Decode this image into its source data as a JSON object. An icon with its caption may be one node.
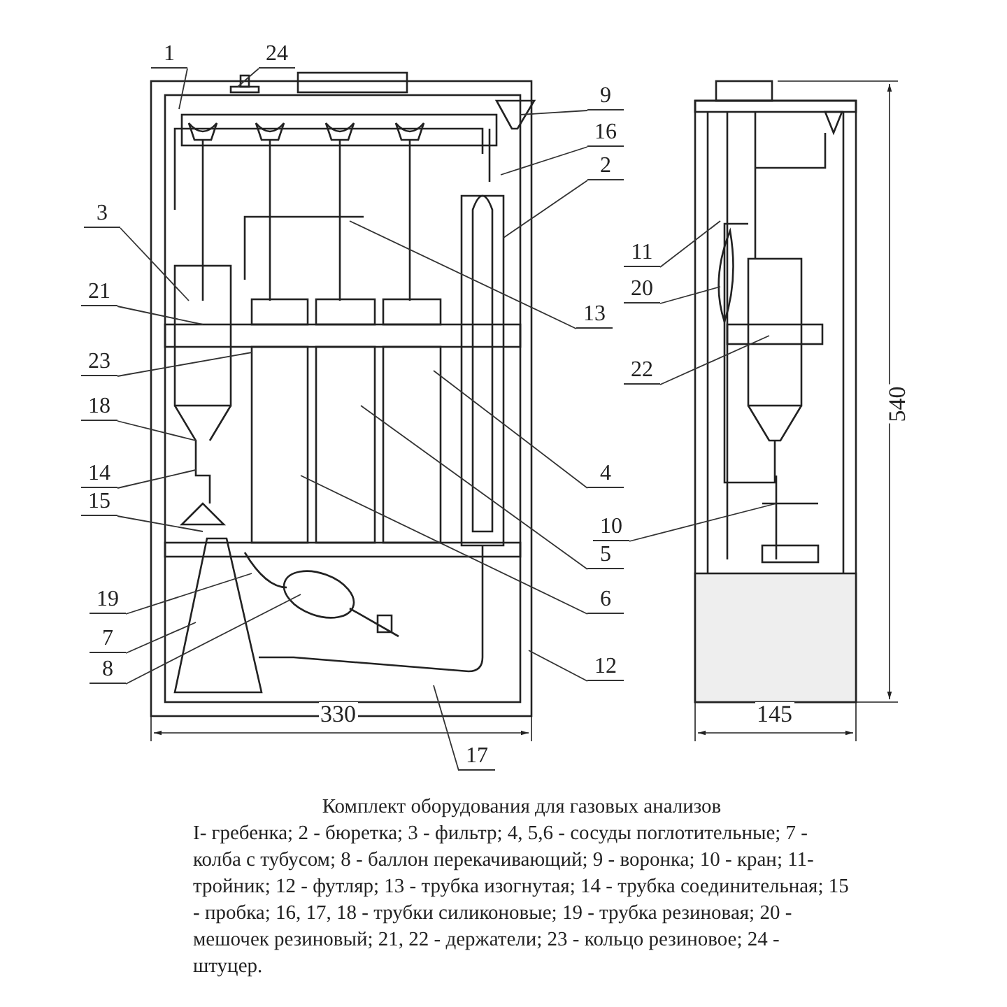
{
  "diagram": {
    "title": "Комплект оборудования для газовых анализов",
    "caption": "I- гребенка; 2 - бюретка; 3 - фильтр; 4, 5,6 - сосуды поглотительные; 7 - колба с тубусом; 8 - баллон перекачивающий; 9 - воронка; 10 - кран; 11- тройник; 12 - футляр; 13 - трубка изогнутая; 14 - трубка соединительная; 15 - пробка; 16, 17, 18 - трубки силиконовые; 19 - трубка резиновая; 20 - мешочек резиновый; 21, 22 - держатели; 23 - кольцо резиновое; 24 - штуцер.",
    "nodes": [
      {
        "text": [
          "1"
        ]
      },
      {
        "text": [
          "24"
        ]
      },
      {
        "text": [
          "9"
        ]
      },
      {
        "text": [
          "16"
        ]
      },
      {
        "text": [
          "2"
        ]
      },
      {
        "text": [
          "3"
        ]
      },
      {
        "text": [
          "11"
        ]
      },
      {
        "text": [
          "20"
        ]
      },
      {
        "text": [
          "21"
        ]
      },
      {
        "text": [
          "13"
        ]
      },
      {
        "text": [
          "23"
        ]
      },
      {
        "text": [
          "22"
        ]
      },
      {
        "text": [
          "18"
        ]
      },
      {
        "text": [
          "4"
        ]
      },
      {
        "text": [
          "14"
        ]
      },
      {
        "text": [
          "15"
        ]
      },
      {
        "text": [
          "10"
        ]
      },
      {
        "text": [
          "5"
        ]
      },
      {
        "text": [
          "19"
        ]
      },
      {
        "text": [
          "6"
        ]
      },
      {
        "text": [
          "7"
        ]
      },
      {
        "text": [
          "8"
        ]
      },
      {
        "text": [
          "12"
        ]
      },
      {
        "text": [
          "17"
        ]
      }
    ],
    "edges": [
      {
        "from": 0,
        "to": null,
        "arrow": "none"
      },
      {
        "from": 1,
        "to": null,
        "arrow": "none"
      },
      {
        "from": 2,
        "to": null,
        "arrow": "none"
      },
      {
        "from": 3,
        "to": null,
        "arrow": "none"
      },
      {
        "from": 4,
        "to": null,
        "arrow": "none"
      },
      {
        "from": 5,
        "to": null,
        "arrow": "none"
      },
      {
        "from": 6,
        "to": null,
        "arrow": "none"
      },
      {
        "from": 7,
        "to": null,
        "arrow": "none"
      },
      {
        "from": 8,
        "to": null,
        "arrow": "none"
      },
      {
        "from": 9,
        "to": null,
        "arrow": "none"
      },
      {
        "from": 10,
        "to": null,
        "arrow": "none"
      },
      {
        "from": 11,
        "to": null,
        "arrow": "none"
      },
      {
        "from": 12,
        "to": null,
        "arrow": "none"
      },
      {
        "from": 13,
        "to": null,
        "arrow": "none"
      },
      {
        "from": 14,
        "to": null,
        "arrow": "none"
      },
      {
        "from": 15,
        "to": null,
        "arrow": "none"
      },
      {
        "from": 16,
        "to": null,
        "arrow": "none"
      },
      {
        "from": 17,
        "to": null,
        "arrow": "none"
      },
      {
        "from": 18,
        "to": null,
        "arrow": "none"
      },
      {
        "from": 19,
        "to": null,
        "arrow": "none"
      },
      {
        "from": 20,
        "to": null,
        "arrow": "none"
      },
      {
        "from": 21,
        "to": null,
        "arrow": "none"
      },
      {
        "from": 22,
        "to": null,
        "arrow": "none"
      },
      {
        "from": 23,
        "to": null,
        "arrow": "none"
      }
    ],
    "labels": [
      "330",
      "145",
      "540"
    ]
  }
}
